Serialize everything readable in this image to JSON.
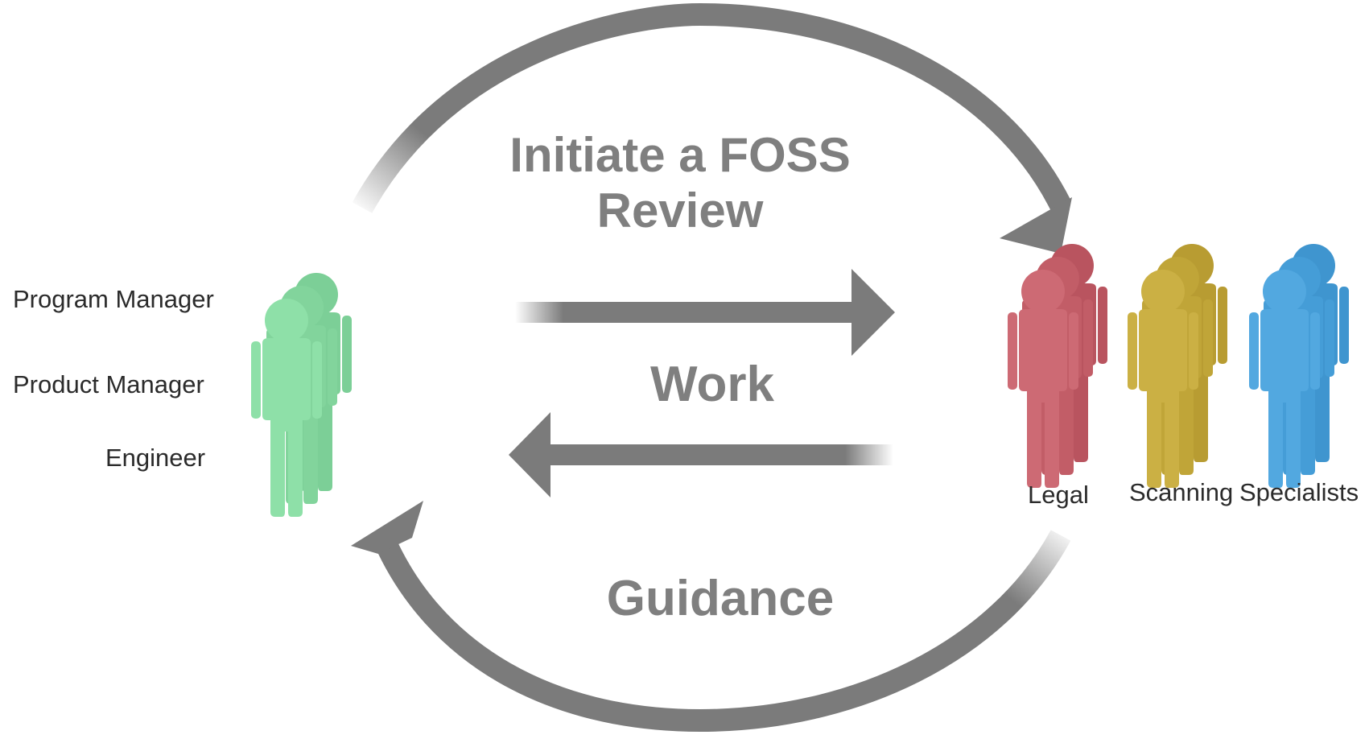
{
  "colors": {
    "arrow": "#7b7b7b",
    "label_gray": "#7f7f7f",
    "text": "#2b2b2b",
    "requesters": "#86d9a0",
    "legal": "#c9646e",
    "scanning": "#c7ad3e",
    "specialists": "#4aa3dc"
  },
  "labels": {
    "initiate_line1": "Initiate a FOSS",
    "initiate_line2": "Review",
    "work": "Work",
    "guidance": "Guidance"
  },
  "requester_roles": [
    "Program Manager",
    "Product Manager",
    "Engineer"
  ],
  "review_teams": [
    "Legal",
    "Scanning",
    "Specialists"
  ],
  "icons": {
    "top_arc": "curved-arrow-icon",
    "bottom_arc": "curved-arrow-icon",
    "work_right": "arrow-right-icon",
    "work_left": "arrow-left-icon",
    "people": "person-group-icon"
  }
}
